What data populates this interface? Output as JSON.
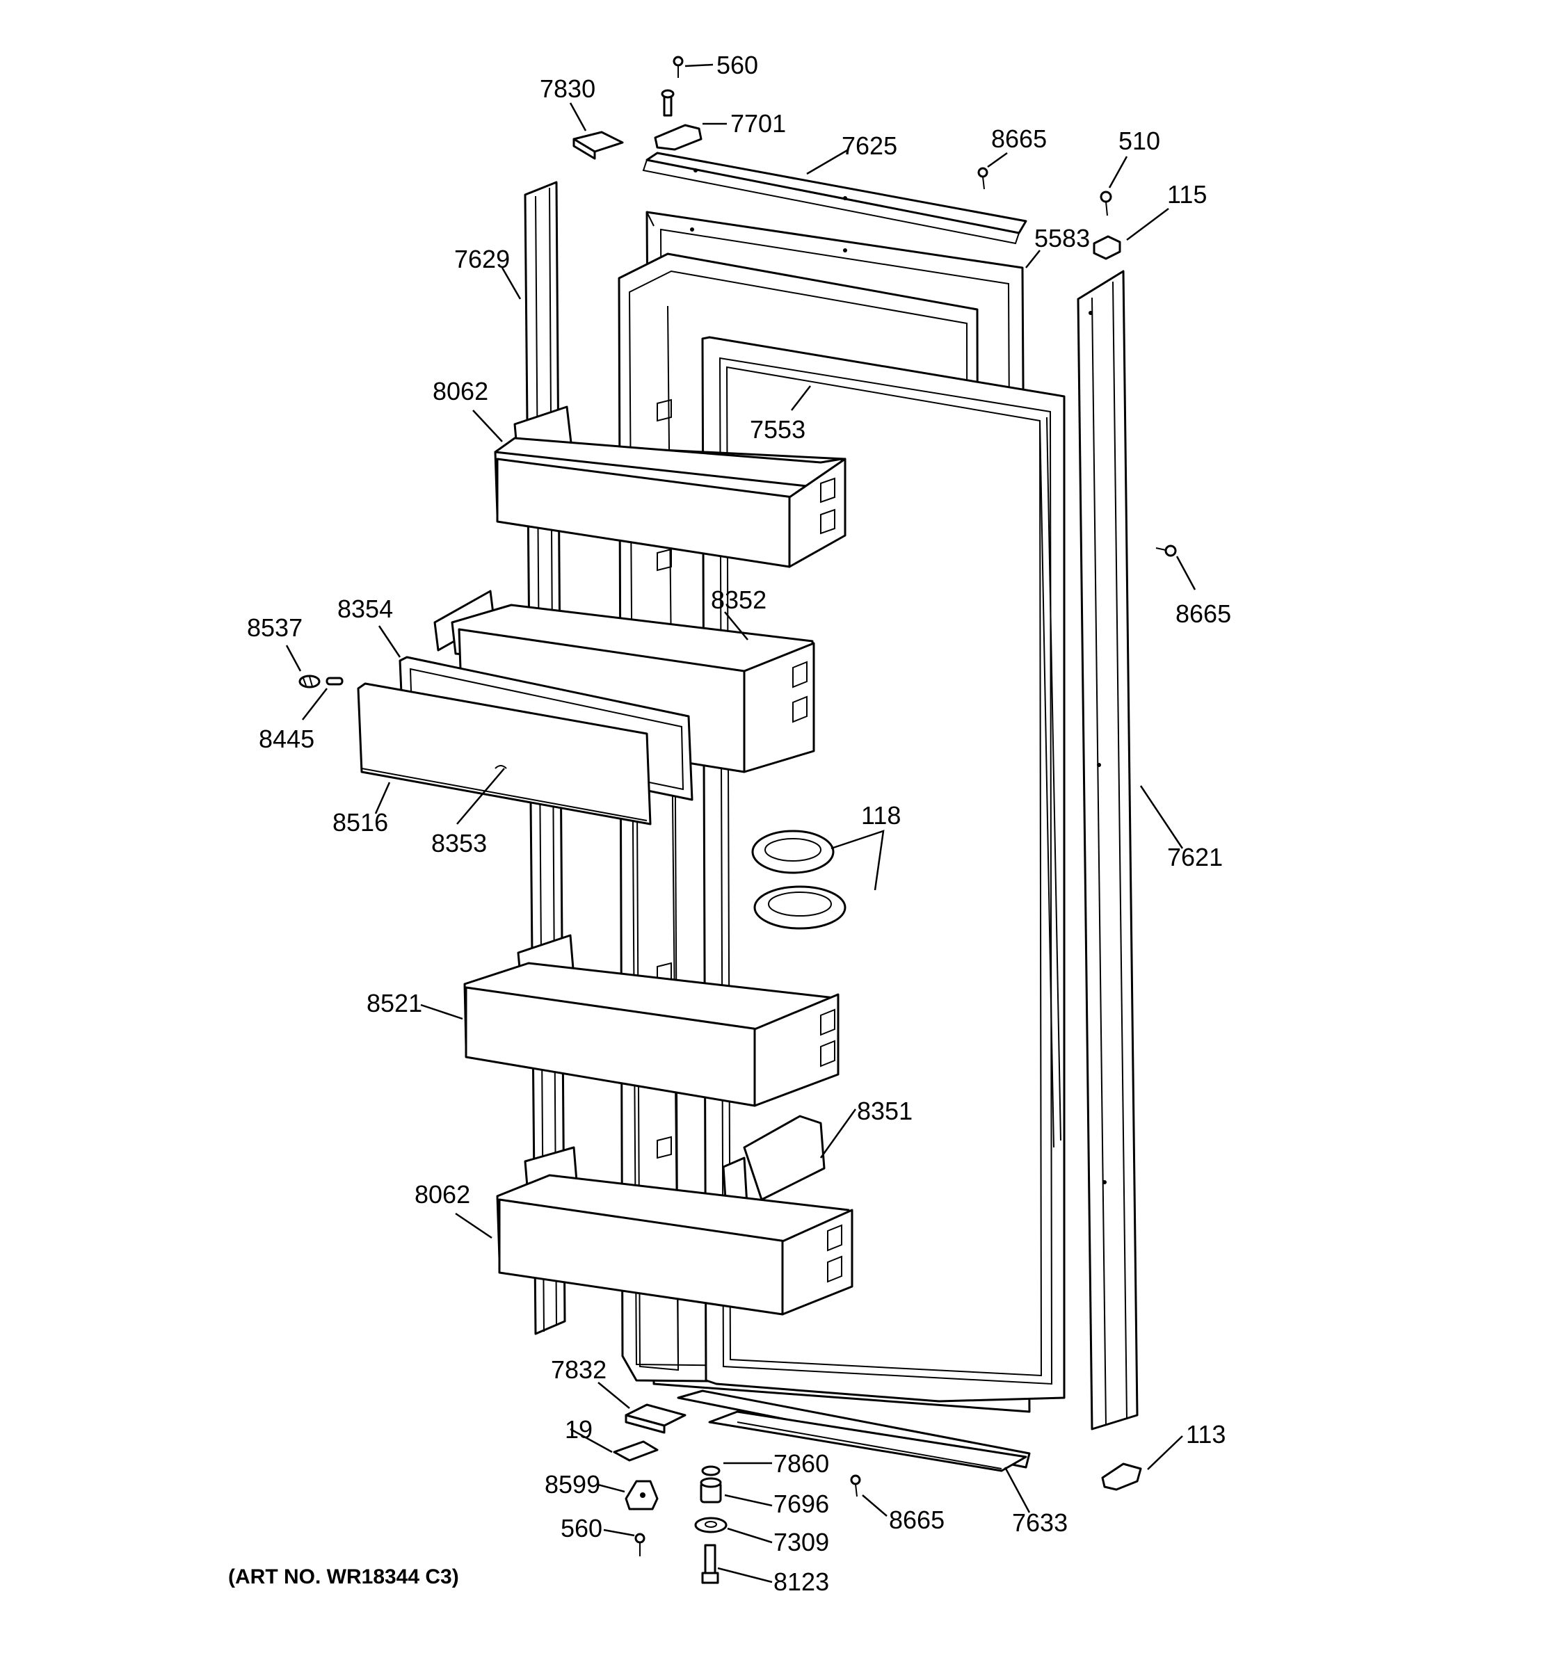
{
  "diagram": {
    "art_number": "(ART NO. WR18344 C3)",
    "callouts": {
      "c560_top": "560",
      "c7830": "7830",
      "c7701": "7701",
      "c7625": "7625",
      "c8665_top": "8665",
      "c510": "510",
      "c115": "115",
      "c5583": "5583",
      "c7629": "7629",
      "c8062_top": "8062",
      "c7553": "7553",
      "c8665_right": "8665",
      "c8537": "8537",
      "c8354": "8354",
      "c8352": "8352",
      "c8445": "8445",
      "c8516": "8516",
      "c8353": "8353",
      "c118": "118",
      "c7621": "7621",
      "c8521": "8521",
      "c8351": "8351",
      "c8062_bottom": "8062",
      "c7832": "7832",
      "c19": "19",
      "c8599": "8599",
      "c560_bottom": "560",
      "c7860": "7860",
      "c7696": "7696",
      "c7309": "7309",
      "c8123": "8123",
      "c8665_bottom": "8665",
      "c7633": "7633",
      "c113": "113"
    }
  }
}
